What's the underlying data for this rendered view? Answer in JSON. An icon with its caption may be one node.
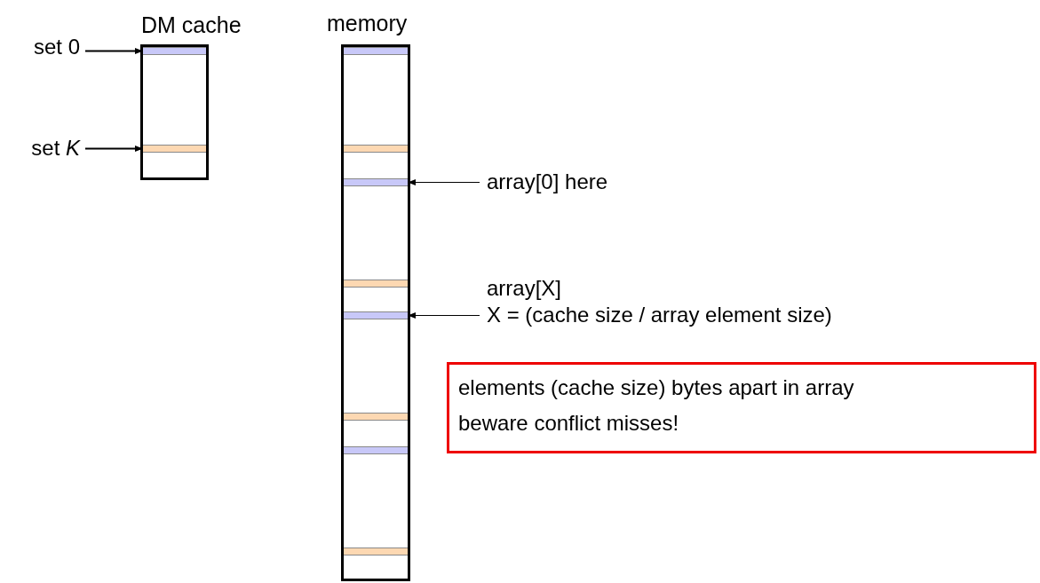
{
  "diagram": {
    "nodes": [
      {
        "text": [
          "DM cache"
        ]
      },
      {
        "text": [],
        "shape": "bar",
        "in": 0
      },
      {
        "text": [],
        "shape": "bar",
        "in": 0
      },
      {
        "text": [
          "memory"
        ]
      },
      {
        "text": [],
        "shape": "bar",
        "in": 3
      },
      {
        "text": [],
        "shape": "bar",
        "in": 3
      },
      {
        "text": [],
        "shape": "bar",
        "in": 3
      },
      {
        "text": [],
        "shape": "bar",
        "in": 3
      },
      {
        "text": [],
        "shape": "bar",
        "in": 3
      },
      {
        "text": [],
        "shape": "bar",
        "in": 3
      },
      {
        "text": [],
        "shape": "bar",
        "in": 3
      },
      {
        "text": [],
        "shape": "bar",
        "in": 3
      },
      {
        "text": [
          "set 0"
        ]
      },
      {
        "text": [
          "set *K*"
        ]
      },
      {
        "text": [
          "array[0] here"
        ]
      },
      {
        "text": [
          "array[X]",
          "X = (cache size / array element size)"
        ]
      },
      {
        "text": [
          "elements (cache size) bytes apart in array",
          "beware conflict misses!"
        ]
      }
    ],
    "edges": [
      {
        "from": 12,
        "to": 1,
        "arrow": "to"
      },
      {
        "from": 13,
        "to": 2,
        "arrow": "to"
      },
      {
        "from": 14,
        "to": 6,
        "arrow": "to"
      },
      {
        "from": 15,
        "to": 8,
        "arrow": "to"
      }
    ]
  }
}
